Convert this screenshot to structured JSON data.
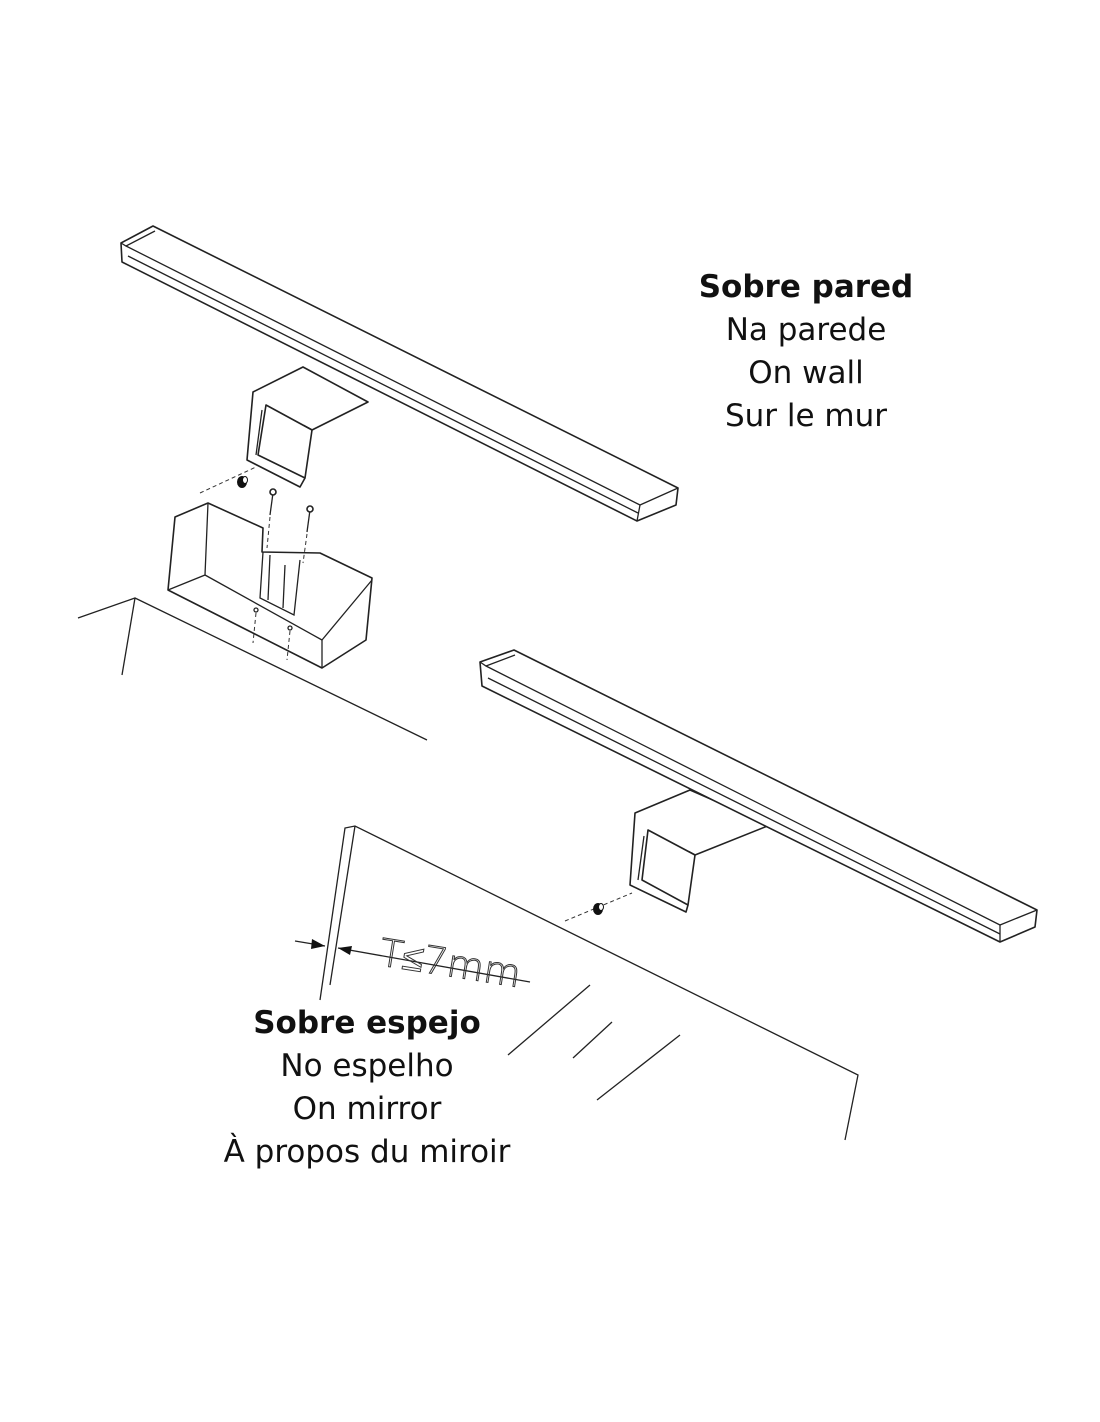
{
  "wall_label": {
    "title": "Sobre pared",
    "lines": [
      "Na parede",
      "On wall",
      "Sur le mur"
    ]
  },
  "mirror_label": {
    "title": "Sobre espejo",
    "lines": [
      "No espelho",
      "On mirror",
      "À propos du miroir"
    ]
  },
  "dimension": {
    "text": "T≤7mm"
  },
  "colors": {
    "line": "#222222",
    "background": "#ffffff"
  }
}
